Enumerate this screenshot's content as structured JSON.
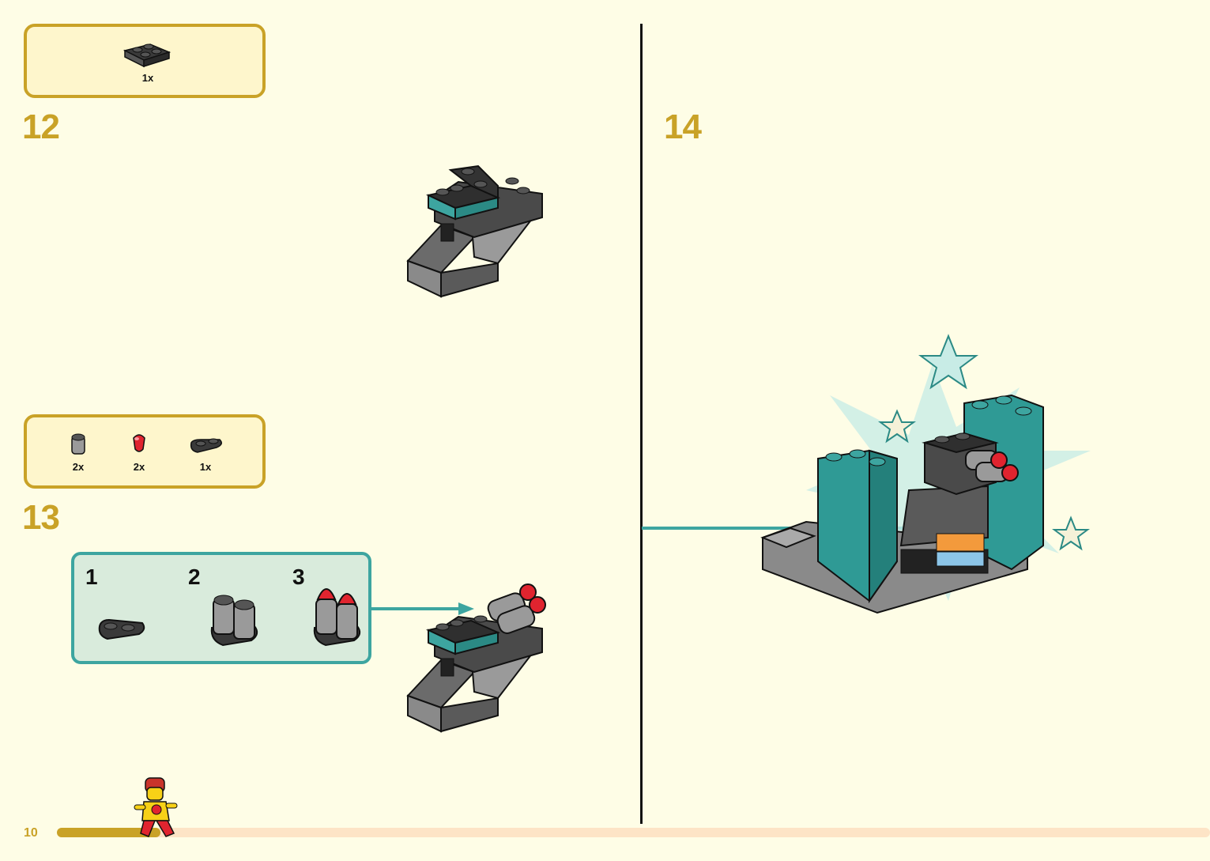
{
  "page": {
    "number": "10",
    "progress": 0.09
  },
  "steps": [
    {
      "number": "12",
      "parts": [
        {
          "icon": "dark-plate-2x2-icon",
          "qty": "1x"
        }
      ]
    },
    {
      "number": "13",
      "parts": [
        {
          "icon": "grey-round-brick-icon",
          "qty": "2x"
        },
        {
          "icon": "red-round-cone-icon",
          "qty": "2x"
        },
        {
          "icon": "dark-plate-1x2-icon",
          "qty": "1x"
        }
      ],
      "substeps": [
        "1",
        "2",
        "3"
      ]
    },
    {
      "number": "14"
    }
  ],
  "colors": {
    "accent": "#c9a227",
    "teal": "#3da5a0",
    "background": "#fefde6"
  }
}
